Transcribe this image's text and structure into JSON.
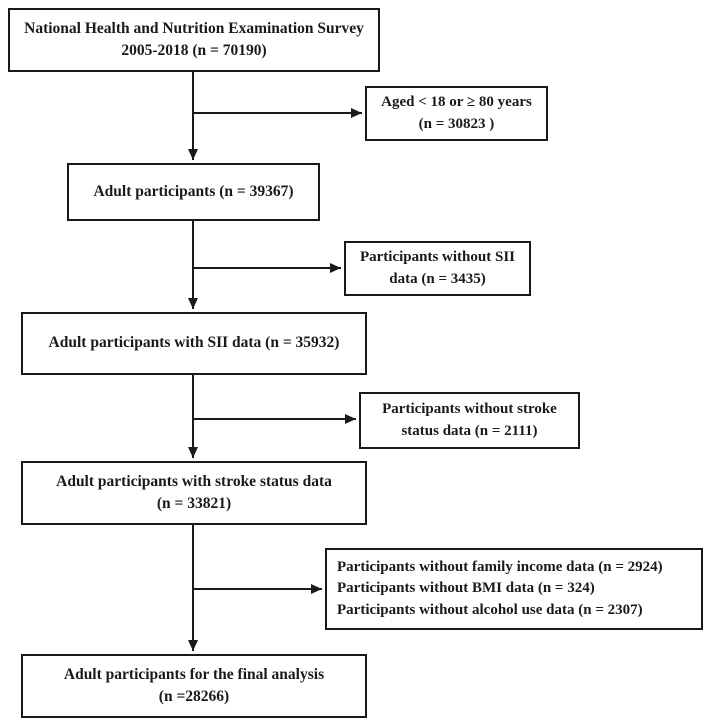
{
  "figure": {
    "background_color": "#ffffff",
    "line_color": "#1a1a1a",
    "boxes": {
      "nhanes": {
        "lines": [
          "National Health and Nutrition Examination Survey",
          "2005-2018 (n = 70190)"
        ]
      },
      "adult": {
        "lines": [
          "Adult participants (n = 39367)"
        ]
      },
      "sii": {
        "lines": [
          "Adult participants with SII data (n = 35932)"
        ]
      },
      "stroke": {
        "lines": [
          "Adult participants with stroke status data",
          "(n = 33821)"
        ]
      },
      "final": {
        "lines": [
          "Adult participants for the final analysis",
          "(n =28266)"
        ]
      },
      "excl_age": {
        "lines": [
          "Aged < 18 or ≥ 80 years",
          "(n = 30823 )"
        ]
      },
      "excl_sii": {
        "lines": [
          "Participants without SII",
          "data (n = 3435)"
        ]
      },
      "excl_stroke": {
        "lines": [
          "Participants without stroke",
          "status data (n = 2111)"
        ]
      },
      "excl_covariates": {
        "lines": [
          "Participants without family income data (n = 2924)",
          "Participants without BMI data (n = 324)",
          "Participants without alcohol use data (n = 2307)"
        ]
      }
    }
  }
}
